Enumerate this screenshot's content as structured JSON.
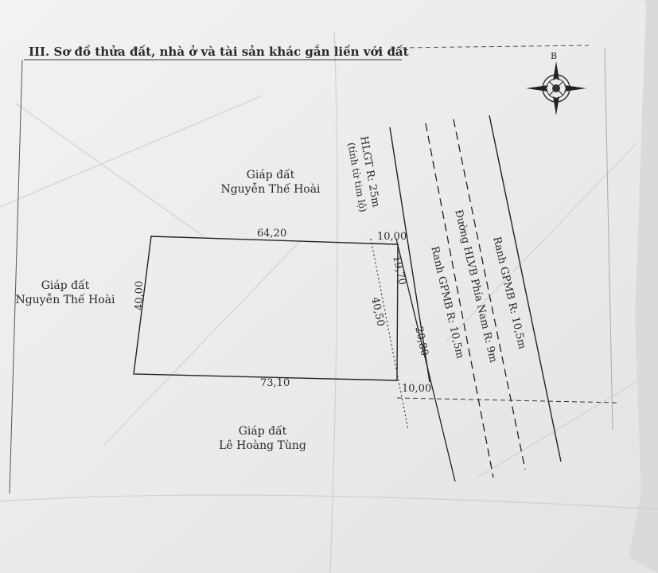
{
  "section_title": "III. Sơ đồ thửa đất, nhà ở và tài sản khác gắn liền với đất",
  "north_label": "B",
  "neighbors": {
    "north": {
      "line1": "Giáp đất",
      "line2": "Nguyễn Thế Hoài"
    },
    "west": {
      "line1": "Giáp đất",
      "line2": "Nguyễn Thế Hoài"
    },
    "south": {
      "line1": "Giáp đất",
      "line2": "Lê Hoàng Tùng"
    }
  },
  "dimensions": {
    "top": "64,20",
    "top_right": "10,00",
    "left": "40,00",
    "bottom": "73,10",
    "bottom_right": "10,00",
    "inner_vertical": "40,50",
    "right_upper": "19,70",
    "right_lower": "20,80"
  },
  "road_labels": {
    "hlgt": "HLGT R: 25m",
    "hlgt_sub": "(tính từ tim lộ)",
    "ranh_inner": "Ranh GPMB R: 10,5m",
    "road": "Đường HLVB Phía Nam R: 9m",
    "ranh_outer": "Ranh GPMB R: 10,5m"
  },
  "colors": {
    "paper": "#ececec",
    "ink": "#2a2a2a",
    "shadow": "#b9bbbd"
  }
}
